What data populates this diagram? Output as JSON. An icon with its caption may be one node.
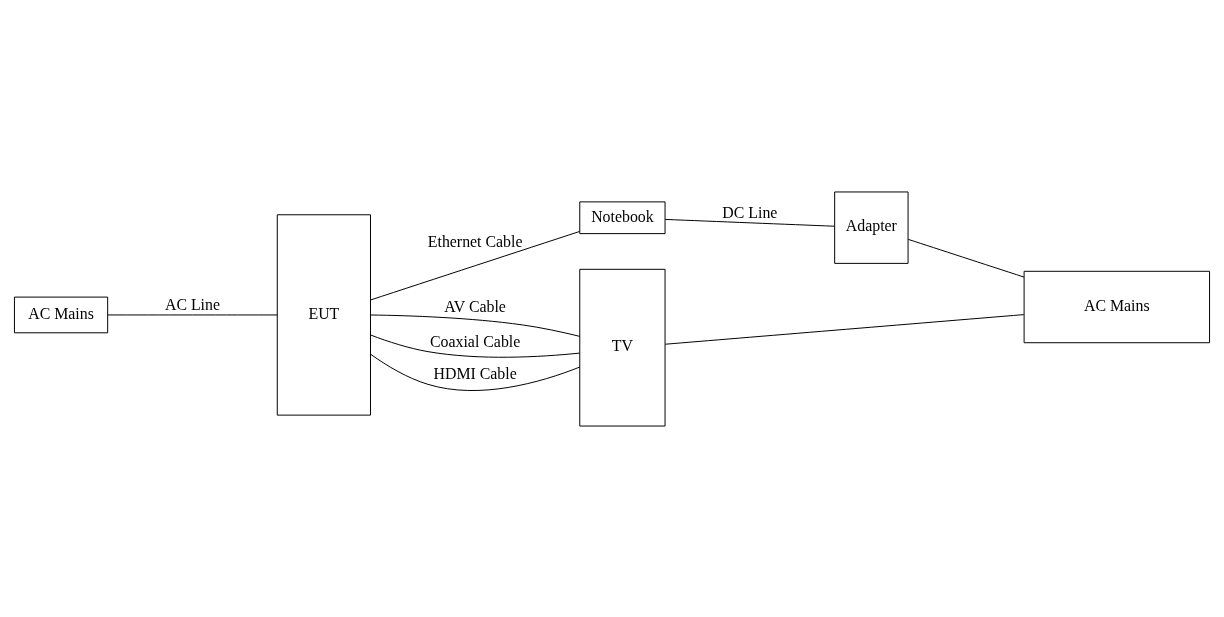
{
  "diagram": {
    "nodes": [
      {
        "text": [
          "AC Mains"
        ]
      },
      {
        "text": [
          "EUT"
        ]
      },
      {
        "text": [
          "Notebook"
        ]
      },
      {
        "text": [
          "Adapter"
        ]
      },
      {
        "text": [
          "TV"
        ]
      },
      {
        "text": [
          "AC Mains"
        ]
      }
    ],
    "edges": [
      {
        "from": 0,
        "to": 1,
        "arrow": "none",
        "label": "AC Line"
      },
      {
        "from": 1,
        "to": 2,
        "arrow": "none",
        "label": "Ethernet Cable"
      },
      {
        "from": 2,
        "to": 3,
        "arrow": "none",
        "label": "DC Line"
      },
      {
        "from": 1,
        "to": 4,
        "arrow": "none",
        "label": "AV Cable"
      },
      {
        "from": 1,
        "to": 4,
        "arrow": "none",
        "label": "Coaxial Cable"
      },
      {
        "from": 1,
        "to": 4,
        "arrow": "none",
        "label": "HDMI Cable"
      },
      {
        "from": 4,
        "to": 5,
        "arrow": "none"
      },
      {
        "from": 3,
        "to": 5,
        "arrow": "none"
      }
    ]
  }
}
